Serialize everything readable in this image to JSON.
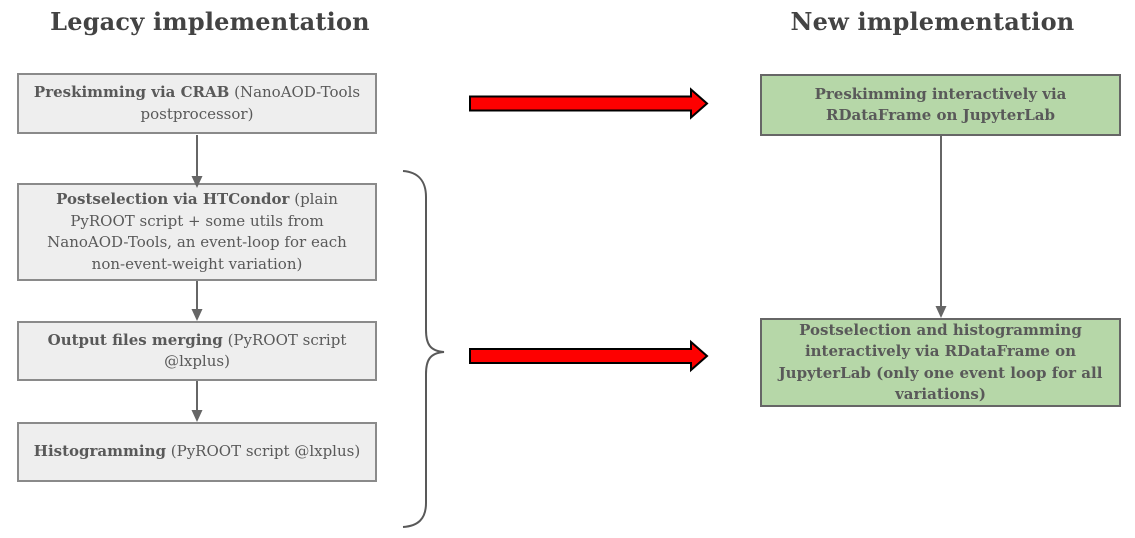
{
  "legacy": {
    "title": "Legacy implementation",
    "boxes": [
      {
        "bold": "Preskimming via CRAB",
        "rest": " (NanoAOD-Tools postprocessor)"
      },
      {
        "bold": "Postselection via HTCondor",
        "rest": " (plain PyROOT script + some utils from NanoAOD-Tools, an event-loop for each non-event-weight variation)"
      },
      {
        "bold": "Output files merging",
        "rest": " (PyROOT script @lxplus)"
      },
      {
        "bold": "Histogramming",
        "rest": " (PyROOT script @lxplus)"
      }
    ]
  },
  "new": {
    "title": "New implementation",
    "boxes": [
      {
        "bold": "Preskimming interactively via RDataFrame on JupyterLab",
        "rest": ""
      },
      {
        "bold": "Postselection and histogramming interactively via RDataFrame on JupyterLab (only one event loop for all variations)",
        "rest": ""
      }
    ]
  },
  "icons": {
    "red_arrow": "thick-right-arrow",
    "flow_arrow": "down-arrow-connector",
    "brace": "right-curly-brace-grouping"
  },
  "colors": {
    "legacy_box_fill": "#eeeeee",
    "legacy_box_border": "#8a8a8a",
    "new_box_fill": "#b6d7a8",
    "new_box_border": "#666666",
    "red_arrow_fill": "#fe0000",
    "red_arrow_outline": "#000000",
    "connector": "#666666",
    "brace": "#595959",
    "text": "#595959",
    "title_text": "#434343"
  }
}
